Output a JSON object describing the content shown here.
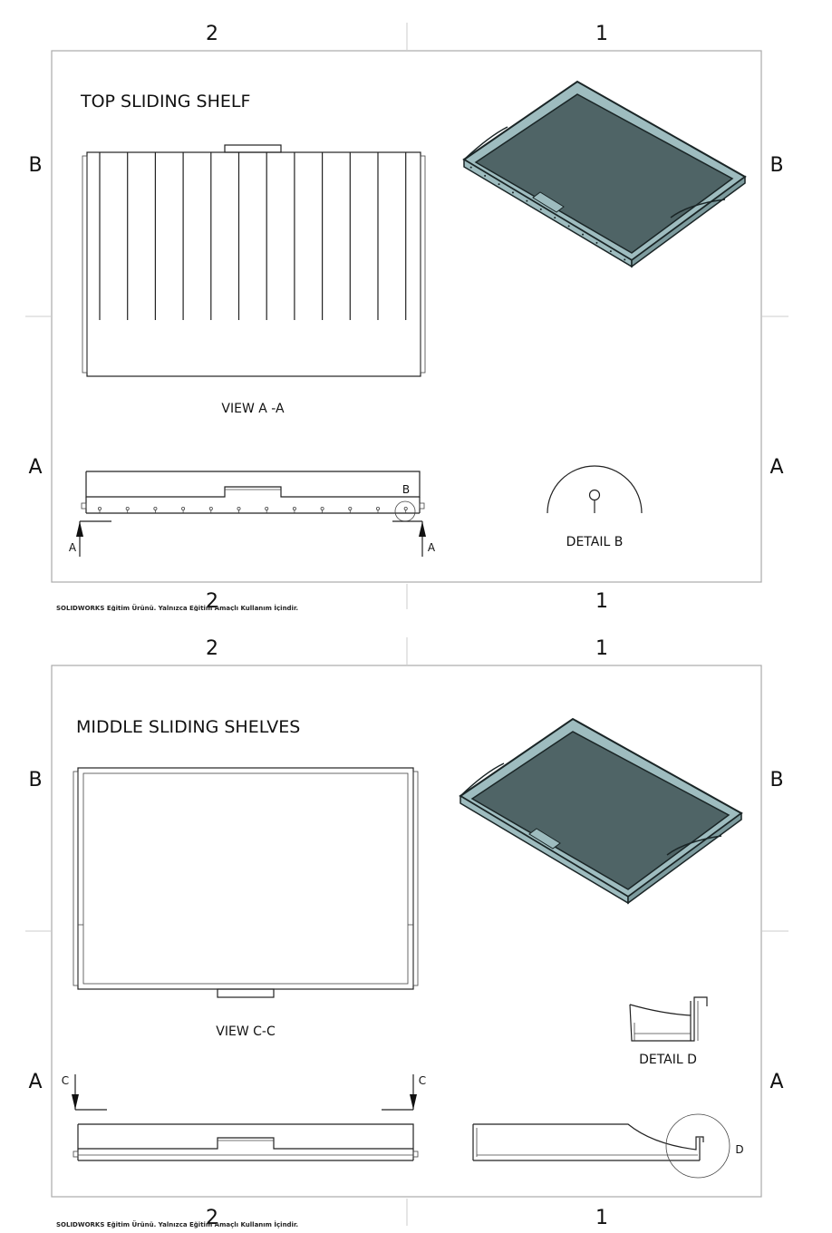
{
  "sheets": [
    {
      "zones": {
        "col_left": "2",
        "col_right": "1",
        "row_top": "B",
        "row_bottom": "A"
      },
      "title": "TOP SLIDING SHELF",
      "view_label": "VIEW A -A",
      "section_letter": "A",
      "detail_marker": "B",
      "detail_label": "DETAIL B",
      "footer": "SOLIDWORKS Eğitim Ürünü. Yalnızca Eğitim Amaçlı Kullanım İçindir."
    },
    {
      "zones": {
        "col_left": "2",
        "col_right": "1",
        "row_top": "B",
        "row_bottom": "A"
      },
      "title": "MIDDLE SLIDING SHELVES",
      "view_label": "VIEW C-C",
      "section_letter": "C",
      "detail_marker": "D",
      "detail_label": "DETAIL D",
      "footer": "SOLIDWORKS Eğitim Ürünü. Yalnızca Eğitim Amaçlı Kullanım İçindir."
    }
  ],
  "colors": {
    "tray_floor": "#4f6466",
    "tray_wall": "#9ebcbf",
    "tray_edge": "#1a2526",
    "line": "#222222",
    "frame": "#aaaaaa"
  }
}
